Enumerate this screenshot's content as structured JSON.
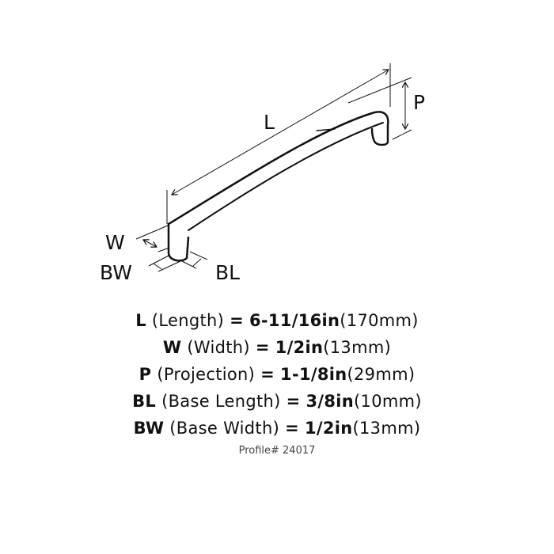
{
  "diagram": {
    "labels": {
      "L": "L",
      "P": "P",
      "W": "W",
      "BW": "BW",
      "BL": "BL"
    }
  },
  "specs": [
    {
      "key": "L",
      "name": "(Length)",
      "eq": "=",
      "inch": "6-11/16in",
      "mm": "(170mm)"
    },
    {
      "key": "W",
      "name": "(Width)",
      "eq": "=",
      "inch": "1/2in",
      "mm": "(13mm)"
    },
    {
      "key": "P",
      "name": "(Projection)",
      "eq": "=",
      "inch": "1-1/8in",
      "mm": "(29mm)"
    },
    {
      "key": "BL",
      "name": "(Base Length)",
      "eq": "=",
      "inch": "3/8in",
      "mm": "(10mm)"
    },
    {
      "key": "BW",
      "name": "(Base Width)",
      "eq": "=",
      "inch": "1/2in",
      "mm": "(13mm)"
    }
  ],
  "profile": "Profile# 24017"
}
